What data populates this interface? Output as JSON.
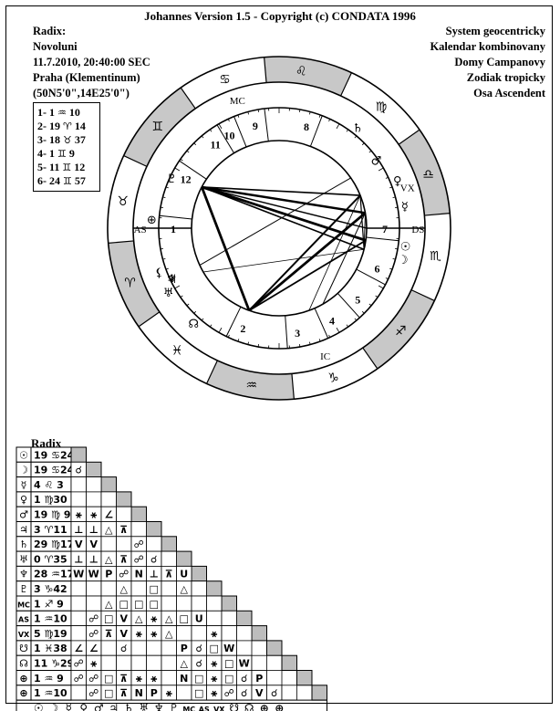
{
  "header": {
    "title": "Johannes Version 1.5 - Copyright (c) CONDATA 1996"
  },
  "info": {
    "lines": [
      "Radix:",
      "Novoluni",
      "11.7.2010, 20:40:00 SEC",
      "Praha (Klementinum)",
      "(50N5'0\",14E25'0\")"
    ]
  },
  "settings": {
    "lines": [
      "System geocentricky",
      "Kalendar kombinovany",
      "Domy Campanovy",
      "Zodiak tropicky",
      "Osa Ascendent"
    ]
  },
  "house_cusps": [
    {
      "num": "1-",
      "deg": "1",
      "sign": "♒",
      "min": "10"
    },
    {
      "num": "2-",
      "deg": "19",
      "sign": "♈",
      "min": "14"
    },
    {
      "num": "3-",
      "deg": "18",
      "sign": "♉",
      "min": "37"
    },
    {
      "num": "4-",
      "deg": "1",
      "sign": "♊",
      "min": "9"
    },
    {
      "num": "5-",
      "deg": "11",
      "sign": "♊",
      "min": "12"
    },
    {
      "num": "6-",
      "deg": "24",
      "sign": "♊",
      "min": "57"
    }
  ],
  "wheel": {
    "signs_outer": [
      {
        "g": "♌",
        "deg": 72
      },
      {
        "g": "♍",
        "deg": 40
      },
      {
        "g": "♎",
        "deg": 10
      },
      {
        "g": "♏",
        "deg": -20
      },
      {
        "g": "♐",
        "deg": -50
      },
      {
        "g": "♑",
        "deg": -80
      },
      {
        "g": "♒",
        "deg": -110
      },
      {
        "g": "♓",
        "deg": -140
      },
      {
        "g": "♈",
        "deg": -170
      },
      {
        "g": "♉",
        "deg": 160
      },
      {
        "g": "♊",
        "deg": 130
      },
      {
        "g": "♋",
        "deg": 100
      }
    ],
    "house_numbers": [
      {
        "n": "1",
        "deg": 180
      },
      {
        "n": "2",
        "deg": -110
      },
      {
        "n": "3",
        "deg": -80
      },
      {
        "n": "4",
        "deg": -60
      },
      {
        "n": "5",
        "deg": -42
      },
      {
        "n": "6",
        "deg": -22
      },
      {
        "n": "7",
        "deg": 0
      },
      {
        "n": "8",
        "deg": 75
      },
      {
        "n": "9",
        "deg": 103
      },
      {
        "n": "10",
        "deg": 118
      },
      {
        "n": "11",
        "deg": 127
      },
      {
        "n": "12",
        "deg": 152
      }
    ],
    "axis_labels": {
      "asc": "AS",
      "desc": "DS",
      "mc": "MC",
      "ic": "IC",
      "vx": "VX"
    },
    "planets": [
      {
        "g": "☉",
        "deg": -8
      },
      {
        "g": "☽",
        "deg": -14
      },
      {
        "g": "☿",
        "deg": 10
      },
      {
        "g": "♀",
        "deg": 22
      },
      {
        "g": "♂",
        "deg": 35
      },
      {
        "g": "♃",
        "deg": -155
      },
      {
        "g": "♄",
        "deg": 52
      },
      {
        "g": "♅",
        "deg": -150
      },
      {
        "g": "♆",
        "deg": -155
      },
      {
        "g": "♇",
        "deg": 155
      },
      {
        "g": "☊",
        "deg": -132
      },
      {
        "g": "⊕",
        "deg": 176
      },
      {
        "g": "⚸",
        "deg": -160
      }
    ]
  },
  "aspect_table": {
    "title": "Radix",
    "rows": [
      {
        "g": "☉",
        "pos": "19 ♋24",
        "cells": []
      },
      {
        "g": "☽",
        "pos": "19 ♋24",
        "cells": [
          "☌"
        ]
      },
      {
        "g": "☿",
        "pos": "4 ♌ 3",
        "cells": [
          "",
          ""
        ]
      },
      {
        "g": "♀",
        "pos": "1 ♍30",
        "cells": [
          "",
          "",
          ""
        ]
      },
      {
        "g": "♂",
        "pos": "19 ♍ 9",
        "cells": [
          "⚹",
          "⚹",
          "∠",
          ""
        ]
      },
      {
        "g": "♃",
        "pos": "3 ♈11",
        "cells": [
          "⊥",
          "⊥",
          "△",
          "⊼",
          ""
        ]
      },
      {
        "g": "♄",
        "pos": "29 ♍17",
        "cells": [
          "V",
          "V",
          "",
          "",
          "☍",
          ""
        ]
      },
      {
        "g": "♅",
        "pos": "0 ♈35",
        "cells": [
          "⊥",
          "⊥",
          "△",
          "⊼",
          "☍",
          "☌",
          ""
        ]
      },
      {
        "g": "♆",
        "pos": "28 ♒17",
        "cells": [
          "W",
          "W",
          "P",
          "☍",
          "N",
          "⊥",
          "⊼",
          "U"
        ]
      },
      {
        "g": "♇",
        "pos": "3 ♑42",
        "cells": [
          "",
          "",
          "",
          "△",
          "",
          "□",
          "",
          "△",
          ""
        ]
      },
      {
        "g": "MC",
        "pos": "1 ♐ 9",
        "cells": [
          "",
          "",
          "△",
          "□",
          "□",
          "□",
          "",
          "",
          "",
          ""
        ]
      },
      {
        "g": "AS",
        "pos": "1 ♒10",
        "cells": [
          "",
          "☍",
          "□",
          "V",
          "△",
          "⚹",
          "△",
          "□",
          "U",
          "",
          ""
        ]
      },
      {
        "g": "VX",
        "pos": "5 ♍19",
        "cells": [
          "",
          "☍",
          "⊼",
          "V",
          "⚹",
          "⚹",
          "△",
          "",
          "",
          "⚹",
          "",
          ""
        ]
      },
      {
        "g": "☋",
        "pos": "1 ♓38",
        "cells": [
          "∠",
          "∠",
          "",
          "☌",
          "",
          "",
          "",
          "P",
          "☌",
          "□",
          "W",
          ""
        ]
      },
      {
        "g": "☊",
        "pos": "11 ♑29",
        "cells": [
          "☍",
          "⚹",
          "",
          "",
          "",
          "",
          "",
          "△",
          "☌",
          "⚹",
          "□",
          "W",
          ""
        ]
      },
      {
        "g": "⊕",
        "pos": "1 ♒ 9",
        "cells": [
          "☍",
          "☍",
          "□",
          "⊼",
          "⚹",
          "⚹",
          "",
          "N",
          "□",
          "⚹",
          "□",
          "☌",
          "P",
          ""
        ]
      },
      {
        "g": "⊕",
        "pos": "1 ♒10",
        "cells": [
          "",
          "☍",
          "□",
          "⊼",
          "N",
          "P",
          "⚹",
          "",
          "□",
          "⚹",
          "☍",
          "☌",
          "V",
          "☌",
          ""
        ]
      }
    ],
    "bottom_labels": [
      "☉",
      "☽",
      "☿",
      "♀",
      "♂",
      "♃",
      "♄",
      "♅",
      "♆",
      "♇",
      "MC",
      "AS",
      "VX",
      "☋",
      "☊",
      "⊕",
      "⊕"
    ]
  }
}
